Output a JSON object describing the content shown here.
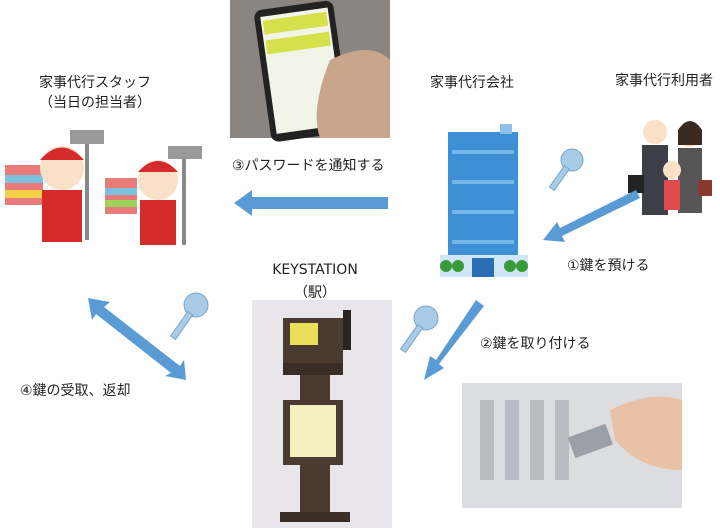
{
  "labels": {
    "staff_line1": "家事代行スタッフ",
    "staff_line2": "（当日の担当者）",
    "company": "家事代行会社",
    "user": "家事代行利用者",
    "station_line1": "KEYSTATION",
    "station_line2": "（駅）"
  },
  "steps": {
    "step1": "①鍵を預ける",
    "step2": "②鍵を取り付ける",
    "step3": "③パスワードを通知する",
    "step4": "④鍵の受取、返却"
  },
  "colors": {
    "arrow": "#5b9bd5",
    "key": "#a8cbe6",
    "building": "#3d8fd6",
    "kiosk": "#4a3a30"
  }
}
